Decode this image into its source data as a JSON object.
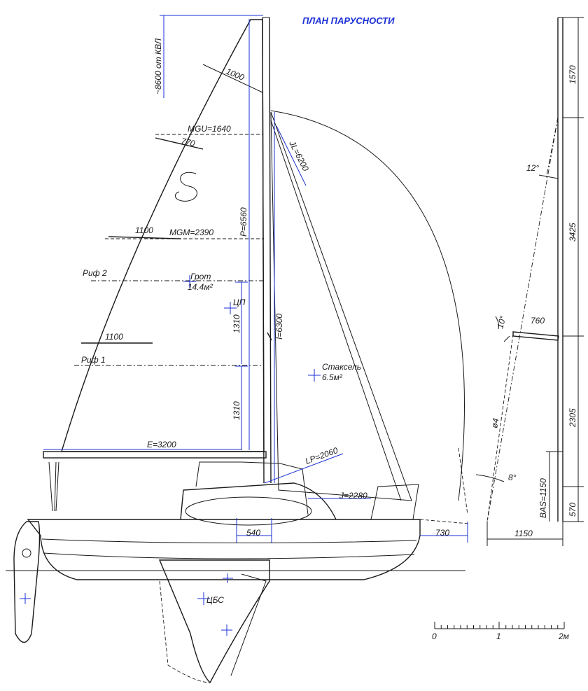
{
  "title": "ПЛАН ПАРУСНОСТИ",
  "labels": {
    "height_note": "~8600 от КВЛ",
    "head_width": "1000",
    "mgu": "MGU=1640",
    "batten_top": "770",
    "jl": "JL=6200",
    "p": "P=6560",
    "batten_mid": "1100",
    "mgm": "MGM=2390",
    "reef2": "Риф 2",
    "main_name": "Грот",
    "main_area": "14.4м²",
    "ce": "ЦП",
    "dim_1310_upper": "1310",
    "i": "I=6300",
    "batten_low": "1100",
    "reef1": "Риф 1",
    "jib_name": "Стаксель",
    "jib_area": "6.5м²",
    "dim_1310_lower": "1310",
    "e": "E=3200",
    "lp": "LP=2060",
    "j": "J=2280",
    "dim_540": "540",
    "dim_730": "730",
    "clr": "ЦБС"
  },
  "mast_dims": {
    "d1570": "1570",
    "d3425": "3425",
    "d2305": "2305",
    "d570": "570",
    "bas": "BAS=1150",
    "d1150": "1150",
    "d760": "760",
    "a12": "12°",
    "a10": "10°",
    "a8": "8°",
    "d4": "ø4"
  },
  "scale": {
    "s0": "0",
    "s1": "1",
    "s2": "2м"
  },
  "colors": {
    "ink": "#1a1a1a",
    "dimension": "#1a2fd6"
  }
}
